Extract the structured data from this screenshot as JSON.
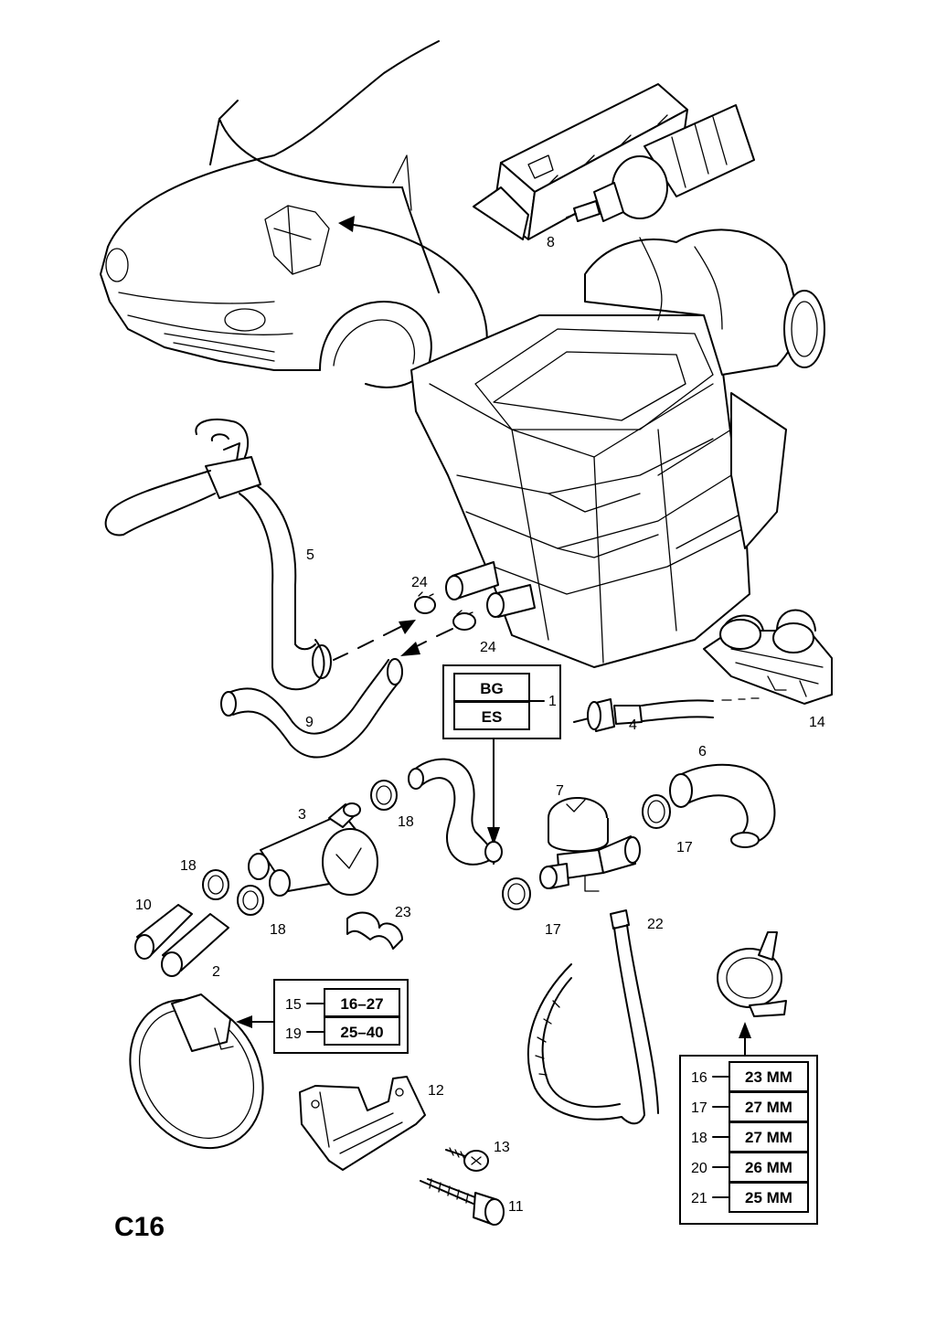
{
  "page_code": "C16",
  "callouts": [
    "1",
    "2",
    "3",
    "4",
    "5",
    "6",
    "7",
    "8",
    "9",
    "10",
    "11",
    "12",
    "13",
    "14",
    "15",
    "16",
    "17",
    "18",
    "19",
    "20",
    "21",
    "22",
    "23",
    "24"
  ],
  "callout_repeats": {
    "c17b": "17",
    "c18b": "18",
    "c18c": "18",
    "c24b": "24"
  },
  "variant_box": {
    "item": "1",
    "codes": [
      "BG",
      "ES"
    ]
  },
  "clamp_range_table": {
    "rows": [
      {
        "item": "15",
        "range": "16–27"
      },
      {
        "item": "19",
        "range": "25–40"
      }
    ]
  },
  "clamp_size_table": {
    "rows": [
      {
        "item": "16",
        "size": "23 MM"
      },
      {
        "item": "17",
        "size": "27 MM"
      },
      {
        "item": "18",
        "size": "27 MM"
      },
      {
        "item": "20",
        "size": "26 MM"
      },
      {
        "item": "21",
        "size": "25 MM"
      }
    ]
  }
}
